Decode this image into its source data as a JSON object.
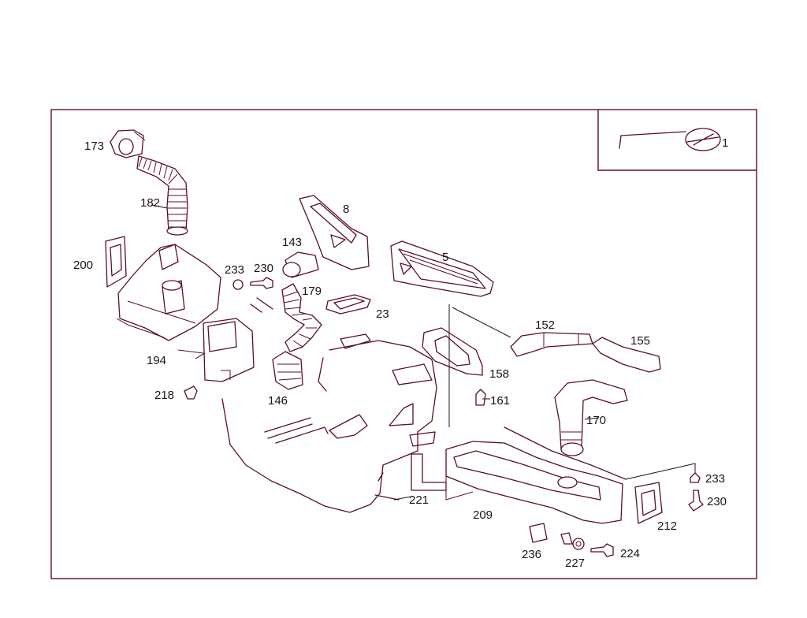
{
  "diagram": {
    "inset_label": "1",
    "callouts": [
      {
        "id": "173",
        "text": "173"
      },
      {
        "id": "182",
        "text": "182"
      },
      {
        "id": "200",
        "text": "200"
      },
      {
        "id": "233a",
        "text": "233"
      },
      {
        "id": "230a",
        "text": "230"
      },
      {
        "id": "143",
        "text": "143"
      },
      {
        "id": "179",
        "text": "179"
      },
      {
        "id": "8",
        "text": "8"
      },
      {
        "id": "5",
        "text": "5"
      },
      {
        "id": "23",
        "text": "23"
      },
      {
        "id": "194",
        "text": "194"
      },
      {
        "id": "152",
        "text": "152"
      },
      {
        "id": "155",
        "text": "155"
      },
      {
        "id": "158",
        "text": "158"
      },
      {
        "id": "218",
        "text": "218"
      },
      {
        "id": "146",
        "text": "146"
      },
      {
        "id": "161",
        "text": "161"
      },
      {
        "id": "170",
        "text": "170"
      },
      {
        "id": "221",
        "text": "221"
      },
      {
        "id": "209",
        "text": "209"
      },
      {
        "id": "233b",
        "text": "233"
      },
      {
        "id": "230b",
        "text": "230"
      },
      {
        "id": "212",
        "text": "212"
      },
      {
        "id": "236",
        "text": "236"
      },
      {
        "id": "227",
        "text": "227"
      },
      {
        "id": "224",
        "text": "224"
      }
    ]
  },
  "colors": {
    "line": "#5a0e24",
    "text": "#1e1216",
    "background": "#ffffff"
  }
}
